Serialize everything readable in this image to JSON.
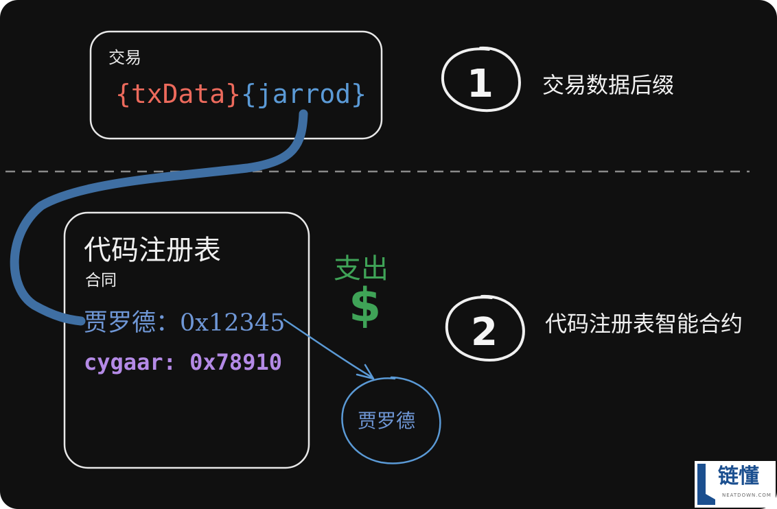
{
  "transaction": {
    "title": "交易",
    "tx_data": "{txData}",
    "suffix": "{jarrod}"
  },
  "steps": [
    {
      "number": "1",
      "label": "交易数据后缀"
    },
    {
      "number": "2",
      "label": "代码注册表智能合约"
    }
  ],
  "registry": {
    "title": "代码注册表",
    "subtitle": "合同",
    "entries": [
      {
        "text": "贾罗德：0x12345"
      },
      {
        "text": "cygaar: 0x78910"
      }
    ]
  },
  "payout": {
    "label": "支出",
    "symbol": "$"
  },
  "recipient": {
    "label": "贾罗德"
  },
  "watermark": {
    "brand": "链懂",
    "sub": "NEATDOWN.COM"
  },
  "colors": {
    "background": "#101010",
    "tx_data": "#ec6a5c",
    "suffix": "#5b9ad6",
    "entry1": "#6f97d6",
    "entry2": "#b48ae6",
    "payout": "#3fa357"
  }
}
